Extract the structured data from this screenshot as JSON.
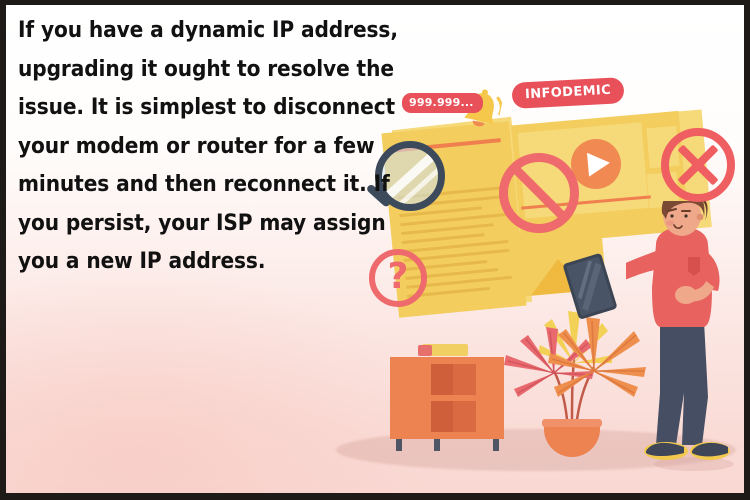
{
  "page": {
    "kind": "article-illustration-card",
    "background_top": "#ffffff",
    "background_bottom": "#f9d8d3",
    "frame_color": "#1d1a17"
  },
  "body_text": {
    "lines": [
      "If you have a dynamic IP address,",
      "upgrading it ought to resolve the",
      "issue. It is simplest to disconnect",
      "your modem or router for a few",
      "minutes and then reconnect it. If",
      "you persist, your ISP may assign",
      "you a new IP address."
    ],
    "color": "#111111"
  },
  "illustration": {
    "labels": {
      "infodemic": "INFODEMIC",
      "notification_count": "999.999..."
    },
    "icons": {
      "bell": "bell-icon",
      "magnifier": "magnifier-icon",
      "question": "?",
      "prohibition": "prohibition-icon",
      "close_x": "close-x-icon",
      "play": "play-icon"
    },
    "colors": {
      "red_accent": "#e8515a",
      "coral": "#ef6a6c",
      "yellow_card": "#f3cd5d",
      "yellow_light": "#f6d978",
      "orange": "#ec8350",
      "orange_deep": "#ef7f4e",
      "navy": "#3d4a5c",
      "shirt_red": "#e8625f",
      "pants_navy": "#464e63",
      "hair_brown": "#7b4a34",
      "skin": "#f0a88a"
    },
    "objects": [
      "newspaper-sheet",
      "video-player-card",
      "image-card",
      "notification-bell",
      "infodemic-pill",
      "magnifying-glass",
      "question-badge",
      "prohibition-sign",
      "close-x-sign",
      "bookshelf-cabinet",
      "potted-plant",
      "person-with-tablet"
    ]
  }
}
